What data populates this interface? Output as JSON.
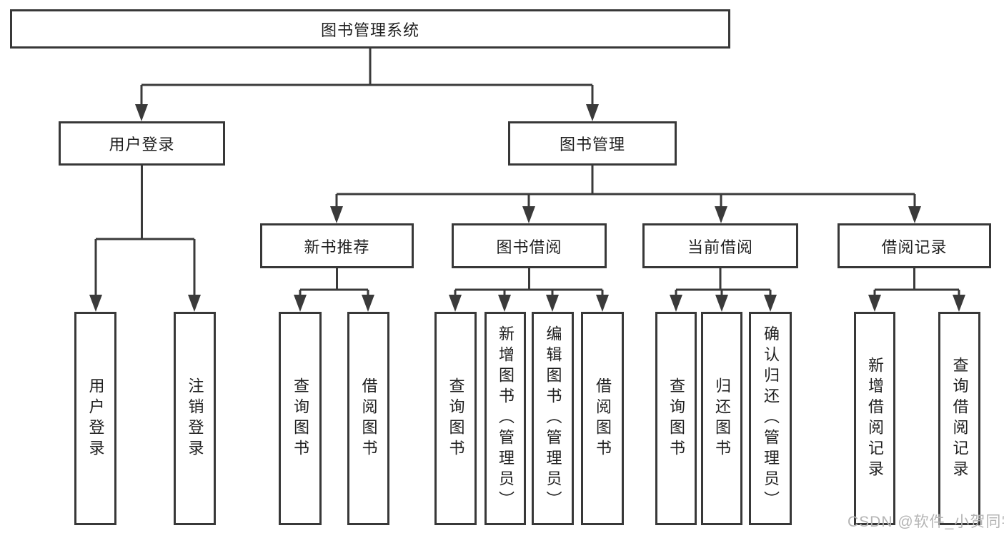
{
  "meta": {
    "line_color": "#3a3a3a",
    "box_border_color": "#383838",
    "box_fill_color": "#ffffff",
    "text_color": "#1f1f1f",
    "watermark_color": "#b4b4b4",
    "background_color": "#ffffff"
  },
  "tree": {
    "root": {
      "label": "图书管理系统"
    },
    "branches": [
      {
        "label": "用户登录",
        "children": [
          {
            "label": "用户登录"
          },
          {
            "label": "注销登录"
          }
        ]
      },
      {
        "label": "图书管理",
        "sections": [
          {
            "label": "新书推荐",
            "children": [
              {
                "label": "查询图书"
              },
              {
                "label": "借阅图书"
              }
            ]
          },
          {
            "label": "图书借阅",
            "children": [
              {
                "label": "查询图书"
              },
              {
                "label": "新增图书（管理员）"
              },
              {
                "label": "编辑图书（管理员）"
              },
              {
                "label": "借阅图书"
              }
            ]
          },
          {
            "label": "当前借阅",
            "children": [
              {
                "label": "查询图书"
              },
              {
                "label": "归还图书"
              },
              {
                "label": "确认归还（管理员）"
              }
            ]
          },
          {
            "label": "借阅记录",
            "children": [
              {
                "label": "新增借阅记录"
              },
              {
                "label": "查询借阅记录"
              }
            ]
          }
        ]
      }
    ]
  },
  "watermark": {
    "text": "CSDN @软件_小贺同学"
  }
}
